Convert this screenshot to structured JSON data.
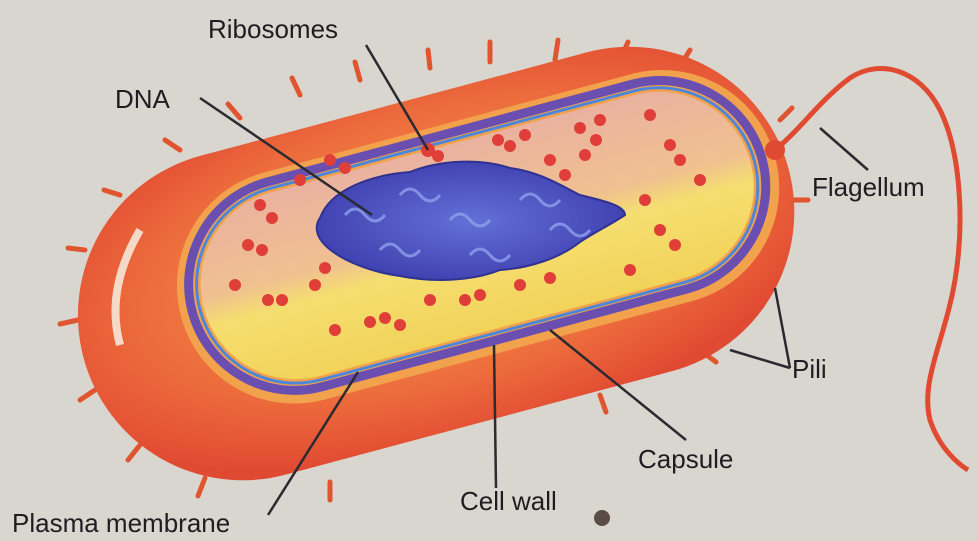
{
  "diagram": {
    "labels": {
      "ribosomes": "Ribosomes",
      "dna": "DNA",
      "flagellum": "Flagellum",
      "pili": "Pili",
      "capsule": "Capsule",
      "cell_wall": "Cell wall",
      "plasma_membrane": "Plasma membrane"
    },
    "colors": {
      "background": "#d9d6cf",
      "capsule": "#e8613a",
      "cell_wall": "#f0a24a",
      "plasma_membrane": "#6a4fb0",
      "cytoplasm_upper": "#eeb48c",
      "cytoplasm_lower": "#f3de6a",
      "dna": "#4b55c4",
      "ribosome": "#e0433a",
      "label_text": "#1f1d22"
    }
  }
}
